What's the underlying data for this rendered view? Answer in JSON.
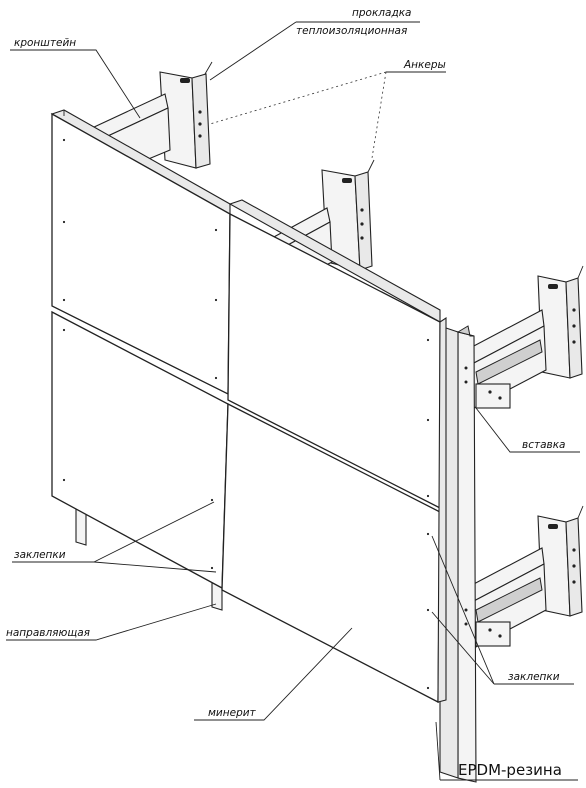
{
  "labels": {
    "kronshtein": "кронштейн",
    "prokladka_1": "прокладка",
    "prokladka_2": "теплоизоляционная",
    "ankery": "Анкеры",
    "vstavka": "вставка",
    "zaklepki_left": "заклепки",
    "napravlyayushchaya": "направляющая",
    "zaklepki_right": "заклепки",
    "minerit": "минерит",
    "epdm": "EPDM-резина"
  }
}
